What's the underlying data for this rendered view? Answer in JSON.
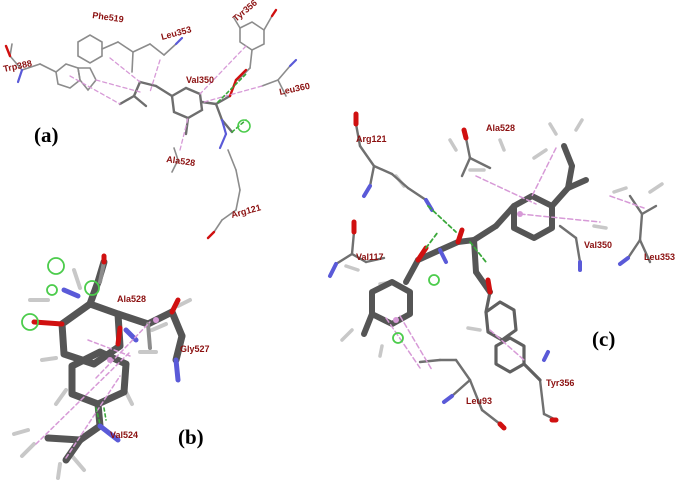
{
  "panels": {
    "a": {
      "label": "(a)",
      "residues": [
        "Phe519",
        "Leu353",
        "Tyr356",
        "Trp388",
        "Val350",
        "Leu360",
        "Ala528",
        "Arg121"
      ]
    },
    "b": {
      "label": "(b)",
      "residues": [
        "Ala528",
        "Gly527",
        "Val524"
      ]
    },
    "c": {
      "label": "(c)",
      "residues": [
        "Arg121",
        "Ala528",
        "Val117",
        "Val350",
        "Leu353",
        "Tyr356",
        "Leu93"
      ]
    }
  },
  "colors": {
    "carbon_thin": "#8c8c8c",
    "carbon_bond": "#555555",
    "hydrogen": "#c8c8c8",
    "oxygen": "#d01010",
    "nitrogen": "#5a5ad8",
    "hbond": "#3aa83a",
    "hydrophobic": "#d79ad7",
    "halogen_sphere": "#4ccc4c",
    "label": "#8b1010"
  }
}
